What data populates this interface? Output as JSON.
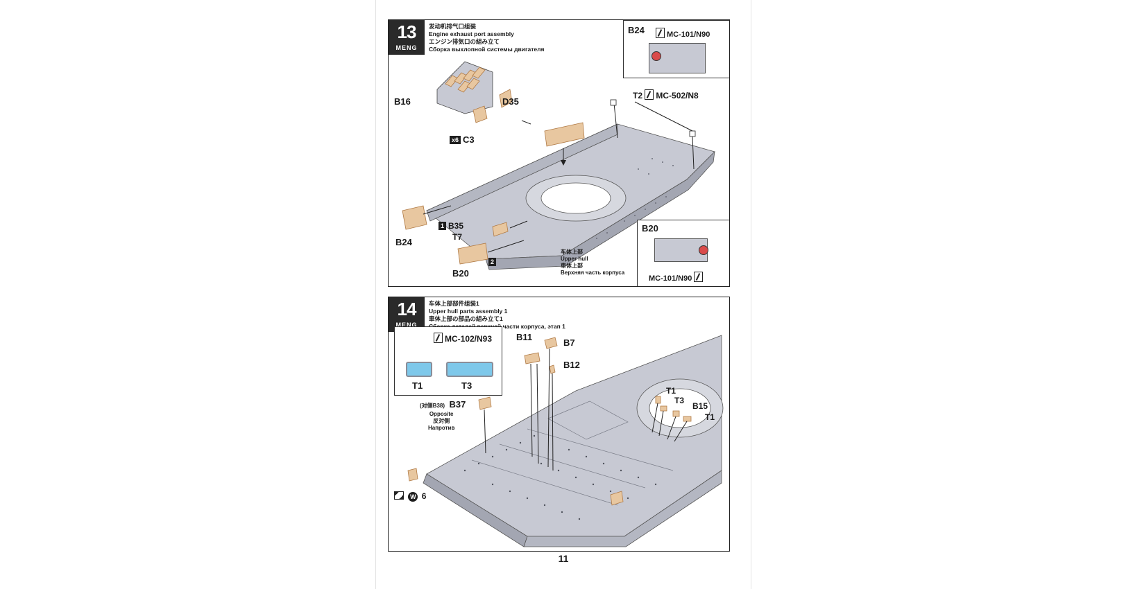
{
  "colors": {
    "hull": "#c7c9d3",
    "hull_dark": "#a3a6b2",
    "part": "#e8c7a0",
    "part_edge": "#b07a45",
    "glass": "#7ec8ea",
    "ink": "#222222"
  },
  "step13": {
    "number": "13",
    "logo": "MENG",
    "title_cn": "发动机排气口组装",
    "title_en": "Engine exhaust port assembly",
    "title_jp": "エンジン排気口の組み立て",
    "title_ru": "Сборка выхлопной системы двигателя",
    "inset_b24": {
      "part": "B24",
      "paint": "MC-101/N90"
    },
    "inset_b20": {
      "part": "B20",
      "paint": "MC-101/N90"
    },
    "labels": {
      "b16": "B16",
      "d35": "D35",
      "c3": "C3",
      "c3_qty": "x6",
      "t2_paint": "T2",
      "t2_code": "MC-502/N8",
      "b24": "B24",
      "b35": "B35",
      "b35_seq": "1",
      "t7": "T7",
      "b20": "B20",
      "seq2": "2"
    },
    "upper_hull": {
      "cn": "车体上部",
      "en": "Upper hull",
      "jp": "車体上部",
      "ru": "Верхняя часть корпуса"
    }
  },
  "step14": {
    "number": "14",
    "logo": "MENG",
    "title_cn": "车体上部部件组装1",
    "title_en": "Upper hull parts assembly 1",
    "title_jp": "車体上部の部品の組み立て1",
    "title_ru": "Сборка деталей верхней части корпуса, этап 1",
    "inset_paint": "MC-102/N93",
    "inset_t1": "T1",
    "inset_t3": "T3",
    "labels": {
      "b11": "B11",
      "b7": "B7",
      "b12": "B12",
      "b37": "B37",
      "b37_note": "(对侧B38)",
      "opposite_en": "Opposite",
      "opposite_jp": "反対側",
      "opposite_ru": "Напротив",
      "t1a": "T1",
      "t3": "T3",
      "b15": "B15",
      "t1b": "T1",
      "w6": "6",
      "w_badge": "W"
    }
  },
  "page_number": "11"
}
